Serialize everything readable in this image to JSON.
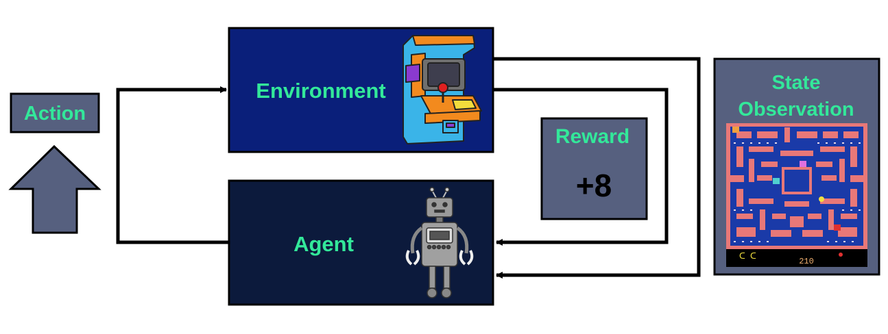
{
  "labels": {
    "action": "Action",
    "environment": "Environment",
    "agent": "Agent",
    "reward_title": "Reward",
    "reward_value": "+8",
    "state_line1": "State",
    "state_line2": "Observation",
    "score": "210"
  },
  "colors": {
    "environment_fill": "#0a1f7a",
    "agent_fill": "#0c1a3c",
    "panel_fill": "#56607f",
    "label_green": "#33e89a",
    "maze_wall": "#e87878",
    "maze_bg": "#1a3aa8"
  },
  "icons": {
    "environment": "arcade-cabinet-icon",
    "agent": "robot-icon",
    "action": "up-arrow-icon"
  }
}
